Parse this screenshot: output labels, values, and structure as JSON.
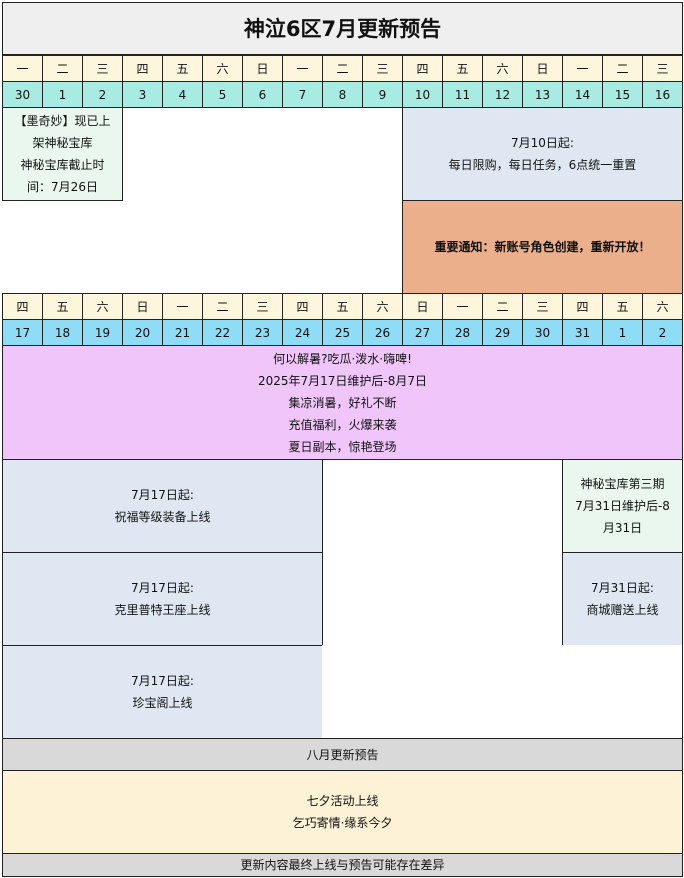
{
  "title": "神泣6区7月更新预告",
  "week1": {
    "weekdays": [
      "一",
      "二",
      "三",
      "四",
      "五",
      "六",
      "日",
      "一",
      "二",
      "三",
      "四",
      "五",
      "六",
      "日",
      "一",
      "二",
      "三"
    ],
    "dates": [
      "30",
      "1",
      "2",
      "3",
      "4",
      "5",
      "6",
      "7",
      "8",
      "9",
      "10",
      "11",
      "12",
      "13",
      "14",
      "15",
      "16"
    ]
  },
  "week2": {
    "weekdays": [
      "四",
      "五",
      "六",
      "日",
      "一",
      "二",
      "三",
      "四",
      "五",
      "六",
      "日",
      "一",
      "二",
      "三",
      "四",
      "五",
      "六"
    ],
    "dates": [
      "17",
      "18",
      "19",
      "20",
      "21",
      "22",
      "23",
      "24",
      "25",
      "26",
      "27",
      "28",
      "29",
      "30",
      "31",
      "1",
      "2"
    ]
  },
  "events": {
    "moqimiao": [
      "【墨奇妙】现已上",
      "架神秘宝库",
      "神秘宝库截止时",
      "间：7月26日"
    ],
    "daily_reset": [
      "7月10日起:",
      "每日限购，每日任务，6点统一重置"
    ],
    "notice": "重要通知：新账号角色创建，重新开放！",
    "summer": [
      "何以解暑?吃瓜·泼水·嗨啤!",
      "2025年7月17日维护后-8月7日",
      "集凉消暑，好礼不断",
      "充值福利，火爆来袭",
      "夏日副本，惊艳登场"
    ],
    "blessing": [
      "7月17日起:",
      "祝福等级装备上线"
    ],
    "kreuter": [
      "7月17日起:",
      "克里普特王座上线"
    ],
    "treasure": [
      "7月17日起:",
      "珍宝阁上线"
    ],
    "vault3": [
      "神秘宝库第三期",
      "7月31日维护后-8",
      "月31日"
    ],
    "mall_gift": [
      "7月31日起:",
      "商城赠送上线"
    ]
  },
  "august": {
    "header": "八月更新预告",
    "items": [
      "七夕活动上线",
      "乞巧寄情·缘系今夕"
    ]
  },
  "footer": "更新内容最终上线与预告可能存在差异"
}
